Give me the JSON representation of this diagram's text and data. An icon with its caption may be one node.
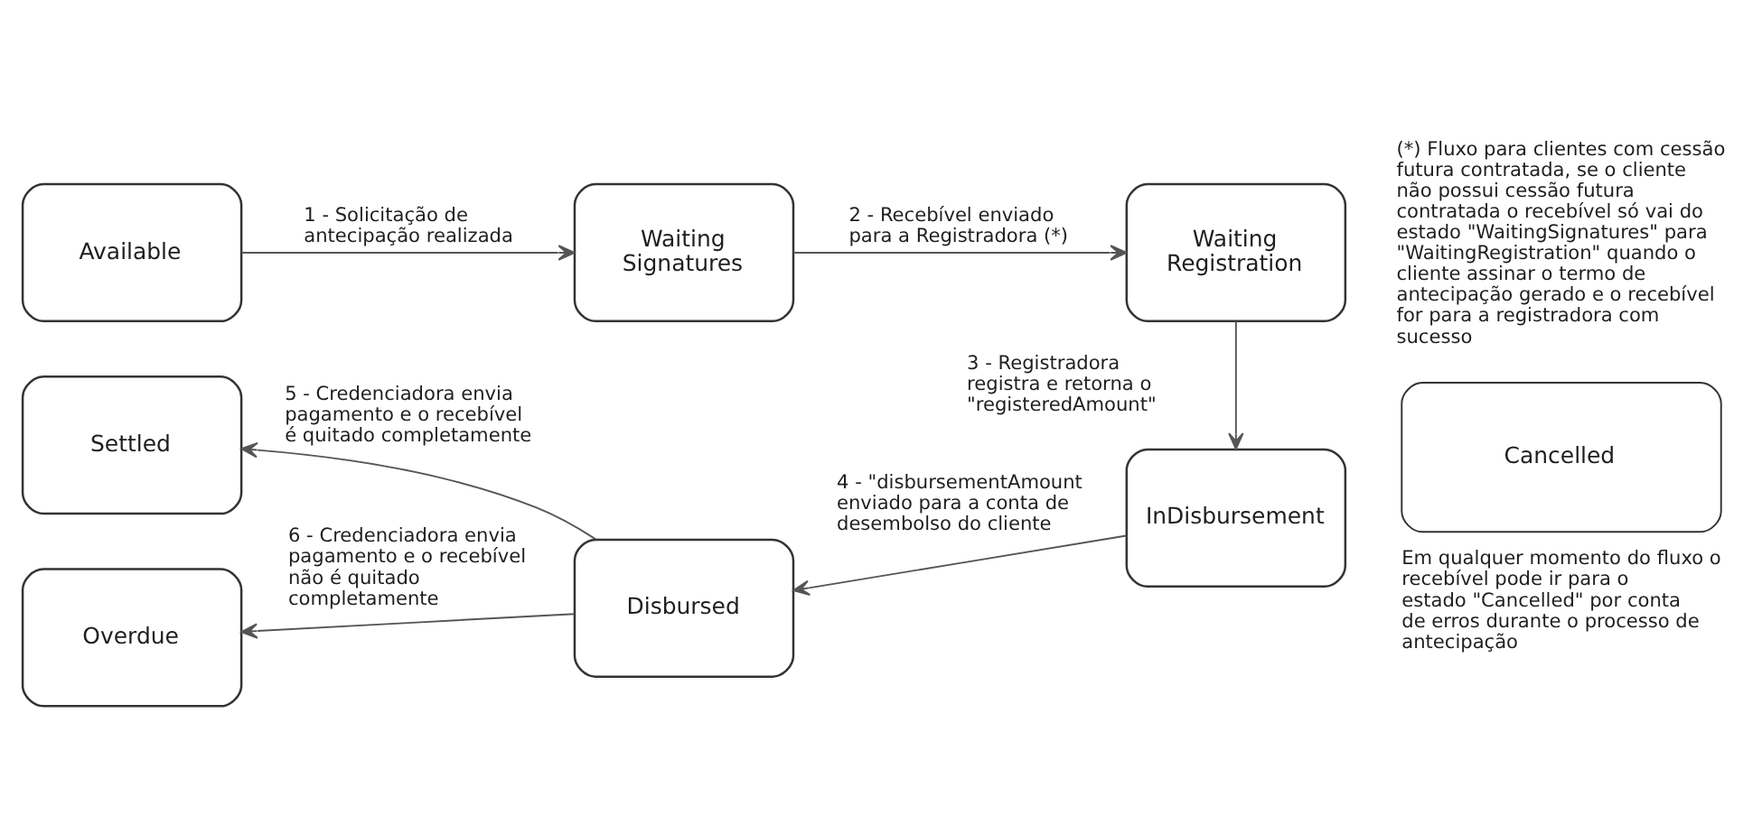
{
  "diagram": {
    "nodes": [
      {
        "text": [
          "Available"
        ]
      },
      {
        "text": [
          "Waiting Signatures"
        ]
      },
      {
        "text": [
          "Waiting Registration"
        ]
      },
      {
        "text": [
          "Settled"
        ]
      },
      {
        "text": [
          "Disbursed"
        ]
      },
      {
        "text": [
          "InDisbursement"
        ]
      },
      {
        "text": [
          "Cancelled"
        ],
        "beside": [
          "Em qualquer momento do fluxo o recebível pode ir para o estado \"Cancelled\" por conta de erros durante o processo de antecipação"
        ]
      },
      {
        "text": [
          "Overdue"
        ]
      }
    ],
    "edges": [
      {
        "from": 0,
        "to": 1,
        "arrow": "to",
        "label": "1 - Solicitação de antecipação realizada"
      },
      {
        "from": 1,
        "to": 2,
        "arrow": "to",
        "label": "2 - Recebível enviado para a Registradora (*)"
      },
      {
        "from": 2,
        "to": 5,
        "arrow": "to",
        "label": "3 - Registradora registra e retorna o \"registeredAmount\""
      },
      {
        "from": 5,
        "to": 4,
        "arrow": "to",
        "label": "4 - \"disbursementAmount enviado para a conta de desembolso do cliente"
      },
      {
        "from": 4,
        "to": 3,
        "arrow": "to",
        "label": "5 - Credenciadora envia pagamento e o recebível é quitado completamente"
      },
      {
        "from": 4,
        "to": 7,
        "arrow": "to",
        "label": "6 - Credenciadora envia pagamento e o recebível não é quitado completamente"
      }
    ],
    "labels": [
      "(*) Fluxo para clientes com cessão futura contratada, se o cliente não possui cessão futura contratada o recebível só vai do estado \"WaitingSignatures\" para \"WaitingRegistration\" quando o cliente assinar o termo de antecipação gerado e o recebível for para a registradora com sucesso"
    ]
  }
}
